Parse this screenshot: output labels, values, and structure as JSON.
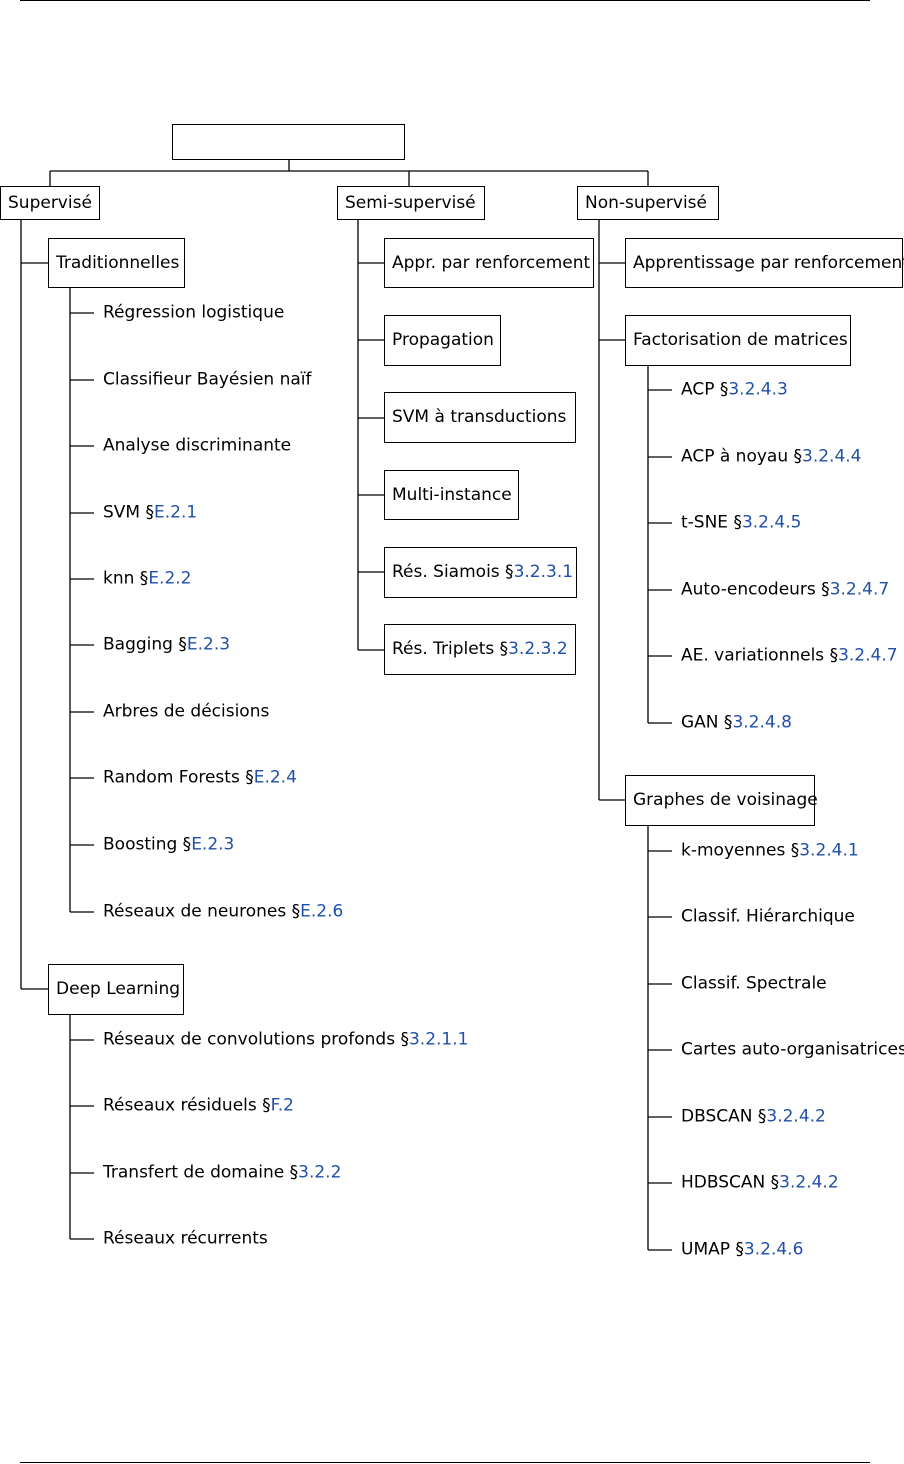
{
  "root": {
    "label": ""
  },
  "categories": [
    {
      "label": "Supervisé",
      "groups": [
        {
          "label": "Traditionnelles",
          "leaves": [
            {
              "text": "Régression logistique",
              "ref": ""
            },
            {
              "text": "Classifieur Bayésien naïf",
              "ref": ""
            },
            {
              "text": "Analyse discriminante",
              "ref": ""
            },
            {
              "text": "SVM §",
              "ref": "E.2.1"
            },
            {
              "text": "knn §",
              "ref": "E.2.2"
            },
            {
              "text": "Bagging §",
              "ref": "E.2.3"
            },
            {
              "text": "Arbres de décisions",
              "ref": ""
            },
            {
              "text": "Random Forests §",
              "ref": "E.2.4"
            },
            {
              "text": "Boosting §",
              "ref": "E.2.3"
            },
            {
              "text": "Réseaux de neurones §",
              "ref": "E.2.6"
            }
          ]
        },
        {
          "label": "Deep Learning",
          "leaves": [
            {
              "text": "Réseaux de convolutions profonds §",
              "ref": "3.2.1.1"
            },
            {
              "text": "Réseaux résiduels §",
              "ref": "F.2"
            },
            {
              "text": "Transfert de domaine §",
              "ref": "3.2.2"
            },
            {
              "text": "Réseaux récurrents",
              "ref": ""
            }
          ]
        }
      ]
    },
    {
      "label": "Semi-supervisé",
      "items": [
        {
          "text": "Appr. par renforcement",
          "ref": ""
        },
        {
          "text": "Propagation",
          "ref": ""
        },
        {
          "text": "SVM à transductions",
          "ref": ""
        },
        {
          "text": "Multi-instance",
          "ref": ""
        },
        {
          "text": "Rés. Siamois §",
          "ref": "3.2.3.1"
        },
        {
          "text": "Rés. Triplets §",
          "ref": "3.2.3.2"
        }
      ]
    },
    {
      "label": "Non-supervisé",
      "groups": [
        {
          "label": "Apprentissage par renforcement",
          "leaves": []
        },
        {
          "label": "Factorisation de matrices",
          "leaves": [
            {
              "text": "ACP §",
              "ref": "3.2.4.3"
            },
            {
              "text": "ACP à noyau §",
              "ref": "3.2.4.4"
            },
            {
              "text": "t-SNE §",
              "ref": "3.2.4.5"
            },
            {
              "text": "Auto-encodeurs §",
              "ref": "3.2.4.7"
            },
            {
              "text": "AE. variationnels §",
              "ref": "3.2.4.7"
            },
            {
              "text": "GAN §",
              "ref": "3.2.4.8"
            }
          ]
        },
        {
          "label": "Graphes de voisinage",
          "leaves": [
            {
              "text": "k-moyennes §",
              "ref": "3.2.4.1"
            },
            {
              "text": "Classif. Hiérarchique",
              "ref": ""
            },
            {
              "text": "Classif. Spectrale",
              "ref": ""
            },
            {
              "text": "Cartes auto-organisatrices",
              "ref": ""
            },
            {
              "text": "DBSCAN §",
              "ref": "3.2.4.2"
            },
            {
              "text": "HDBSCAN §",
              "ref": "3.2.4.2"
            },
            {
              "text": "UMAP §",
              "ref": "3.2.4.6"
            }
          ]
        }
      ]
    }
  ],
  "colors": {
    "reference": "#1f4fa8",
    "line": "#000000"
  }
}
